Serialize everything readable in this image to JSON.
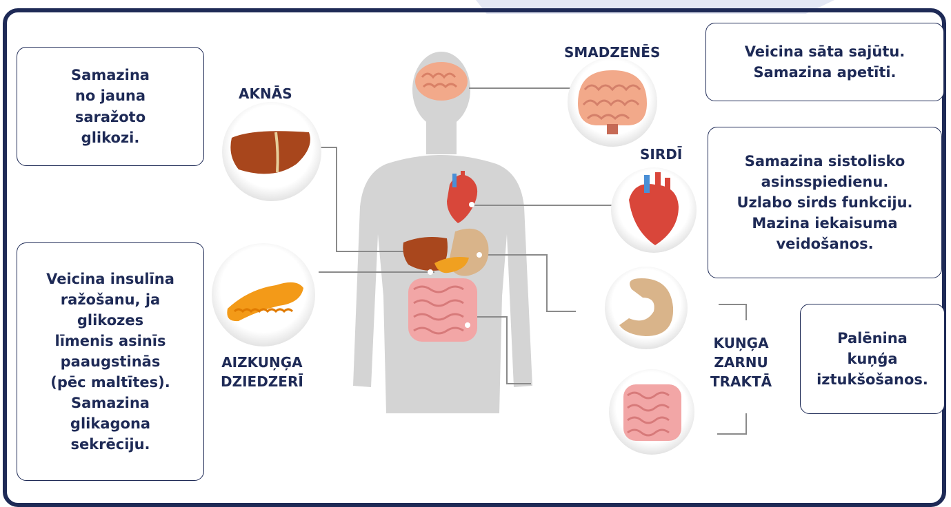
{
  "colors": {
    "frame": "#1e2a56",
    "text": "#1e2a56",
    "silhouette": "#d3d3d3",
    "connector": "#8a8a8a"
  },
  "organs": {
    "brain": "SMADZENĒS",
    "liver": "AKNĀS",
    "heart": "SIRDĪ",
    "pancreas": [
      "AIZKUŅĢA",
      "DZIEDZERĪ"
    ],
    "gut": [
      "KUŅĢA",
      "ZARNU",
      "TRAKTĀ"
    ]
  },
  "effects": {
    "liver": [
      "Samazina",
      "no jauna",
      "saražoto",
      "glikozi."
    ],
    "pancreas": [
      "Veicina insulīna",
      "ražošanu, ja",
      "glikozes",
      "līmenis asinīs",
      "paaugstinās",
      "(pēc maltītes).",
      "Samazina",
      "glikagona",
      "sekrēciju."
    ],
    "brain": [
      "Veicina sāta sajūtu.",
      "Samazina apetīti."
    ],
    "heart": [
      "Samazina sistolisko",
      "asinsspiedienu.",
      "Uzlabo sirds funkciju.",
      "Mazina iekaisuma",
      "veidošanos."
    ],
    "gut": [
      "Palēnina",
      "kuņģa",
      "iztukšošanos."
    ]
  },
  "icons": [
    "brain-icon",
    "liver-icon",
    "heart-icon",
    "pancreas-icon",
    "stomach-icon",
    "intestine-icon",
    "body-silhouette"
  ]
}
